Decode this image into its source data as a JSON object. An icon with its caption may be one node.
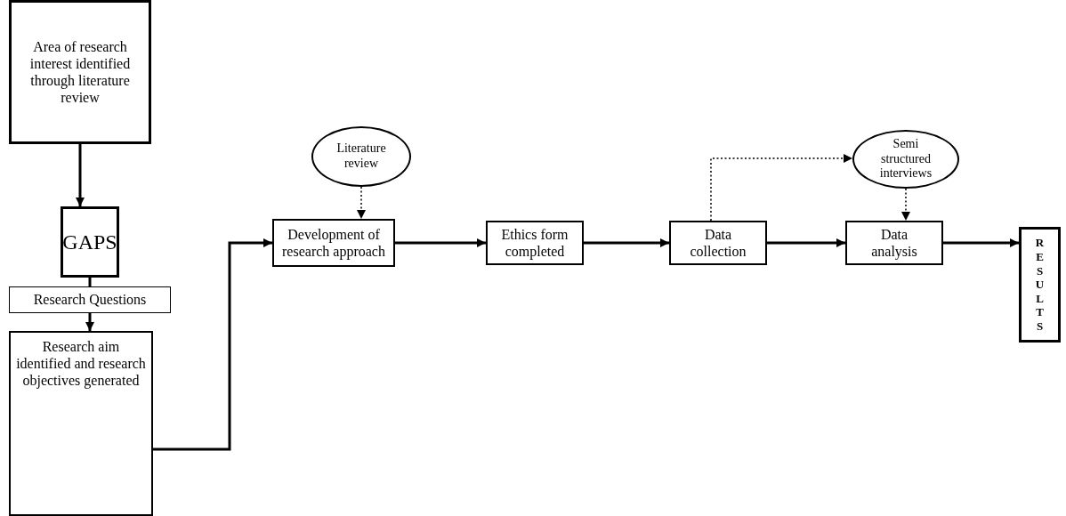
{
  "diagram": {
    "nodes": [
      {
        "text": [
          "Area of research interest identified through literature review"
        ]
      },
      {
        "text": [
          "GAPS"
        ]
      },
      {
        "text": [
          "Research Questions"
        ]
      },
      {
        "text": [
          "Research aim identified and research objectives generated"
        ]
      },
      {
        "text": [
          "Development of research approach"
        ]
      },
      {
        "text": [
          "Ethics form completed"
        ]
      },
      {
        "text": [
          "Data collection"
        ]
      },
      {
        "text": [
          "Data analysis"
        ]
      },
      {
        "text": [
          "RESULTS"
        ]
      },
      {
        "text": [
          "Literature review"
        ]
      },
      {
        "text": [
          "Semi structured interviews"
        ]
      }
    ],
    "edges": [
      {
        "from": 0,
        "to": 1,
        "arrow": "to"
      },
      {
        "from": 1,
        "to": 2,
        "arrow": "none"
      },
      {
        "from": 2,
        "to": 3,
        "arrow": "to"
      },
      {
        "from": 3,
        "to": 4,
        "arrow": "to"
      },
      {
        "from": 9,
        "to": 4,
        "arrow": "to",
        "style": "dashed"
      },
      {
        "from": 4,
        "to": 5,
        "arrow": "to"
      },
      {
        "from": 5,
        "to": 6,
        "arrow": "to"
      },
      {
        "from": 6,
        "to": 10,
        "arrow": "to",
        "style": "dashed"
      },
      {
        "from": 10,
        "to": 7,
        "arrow": "to",
        "style": "dashed"
      },
      {
        "from": 6,
        "to": 7,
        "arrow": "to"
      },
      {
        "from": 7,
        "to": 8,
        "arrow": "to"
      }
    ]
  }
}
